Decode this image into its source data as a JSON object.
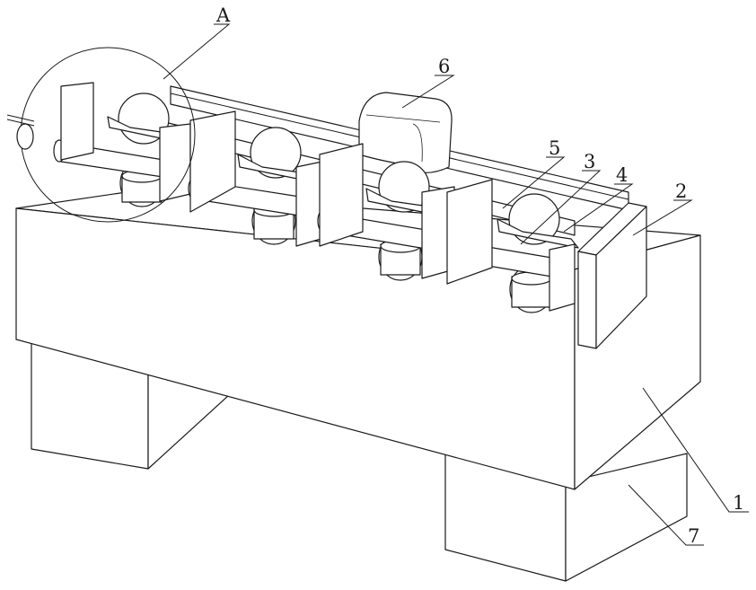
{
  "figure": {
    "callouts": {
      "detail_a": "A",
      "base": "1",
      "end_plate": "2",
      "clamp_arm": "3",
      "jaw": "4",
      "rail": "5",
      "motor": "6",
      "leg": "7"
    }
  }
}
